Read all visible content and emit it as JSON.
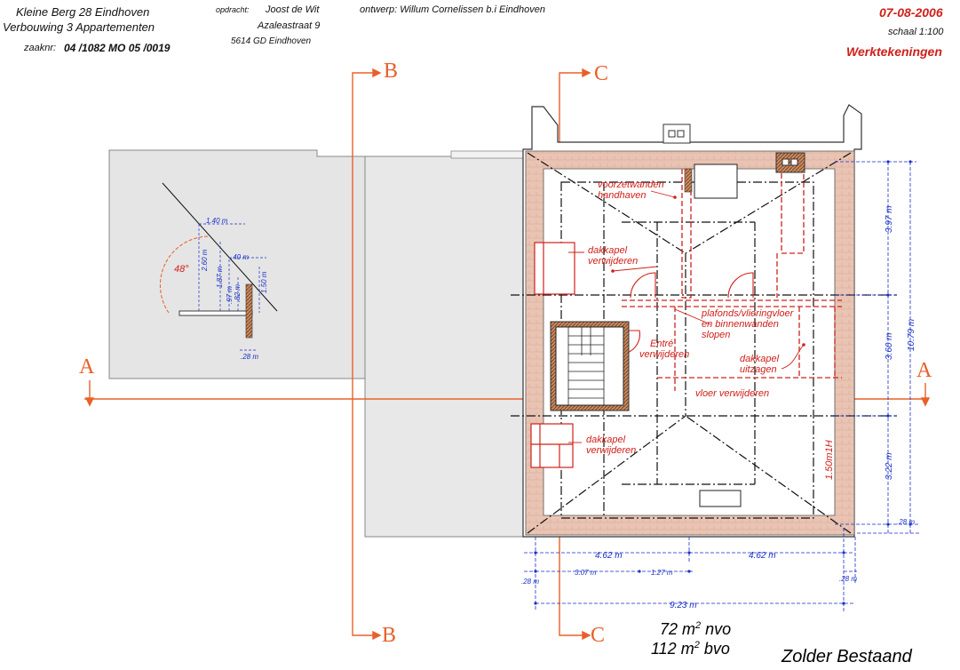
{
  "titleblock": {
    "address_line1": "Kleine Berg 28  Eindhoven",
    "address_line2": "Verbouwing 3 Appartementen",
    "zaaknr_label": "zaaknr:",
    "zaaknr_value": "04 /1082   MO 05 /0019",
    "opdracht_label": "opdracht:",
    "client_name": "Joost de Wit",
    "client_street": "Azaleastraat 9",
    "client_city": "5614 GD  Eindhoven",
    "design": "ontwerp: Willum Cornelissen   b.i  Eindhoven",
    "date": "07-08-2006",
    "scale": "schaal 1:100",
    "drawing_type": "Werktekeningen"
  },
  "sections": {
    "a_left": "A",
    "a_right": "A",
    "b_top": "B",
    "b_bottom": "B",
    "c_top": "C",
    "c_bottom": "C"
  },
  "annotations": {
    "voorzetwanden": [
      "voorzetwanden",
      "handhaven"
    ],
    "dakkapel_top": [
      "dakkapel",
      "verwijderen"
    ],
    "plafonds": [
      "plafonds/vlieringvloer",
      "en binnenwanden",
      "slopen"
    ],
    "entree": [
      "Entré",
      "verwijderen"
    ],
    "dakkapel_right": [
      "dakkapel",
      "uitzagen"
    ],
    "vloer": "vloer verwijderen",
    "dakkapel_bottom": [
      "dakkapel",
      "verwijderen"
    ],
    "height_note": "1.50m1H"
  },
  "dimensions": {
    "right_397": "3.97 m",
    "right_360": "3.60 m",
    "right_322": "3.22 m",
    "right_total": "10.79 m",
    "right_28": ".28 m",
    "bottom_462a": "4.62 m",
    "bottom_462b": "4.62 m",
    "bottom_307": "3.07 m",
    "bottom_127": "1.27 m",
    "bottom_28a": ".28 m",
    "bottom_28b": ".28 m",
    "bottom_total": "9.23 m"
  },
  "section_detail": {
    "angle": "48°",
    "d140": "1.40 m",
    "d260": "2.60 m",
    "d187": "1.87 m",
    "d097": ".97 m",
    "d082": ".82 m",
    "d040": ".40 m",
    "d150": "1.50 m",
    "d028": ".28 m"
  },
  "area": {
    "nvo_value": "72 m",
    "nvo_unit": "nvo",
    "bvo_value": "112 m",
    "bvo_unit": "bvo"
  },
  "drawing_title": "Zolder  Bestaand",
  "colors": {
    "section_line": "#e8602a",
    "annotation": "#d0201a",
    "dimension": "#1a2fc8",
    "brick": "#e9c4b4",
    "grey_block": "#e5e5e5"
  }
}
